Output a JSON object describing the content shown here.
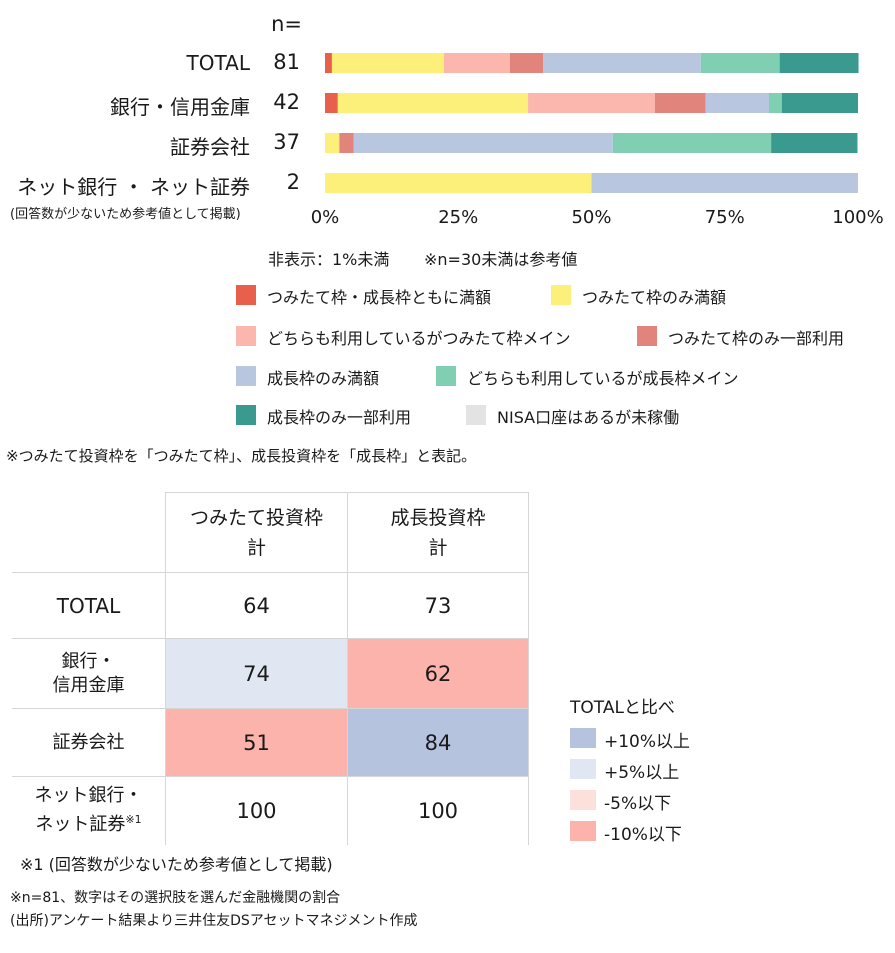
{
  "chart_data": {
    "type": "stacked-bar-horizontal",
    "n_header": "n=",
    "rows": [
      {
        "label": "TOTAL",
        "n": "81"
      },
      {
        "label": "銀行・信用金庫",
        "n": "42"
      },
      {
        "label": "証券会社",
        "n": "37"
      },
      {
        "label": "ネット銀行 ・ ネット証券",
        "n": "2",
        "sublabel": "(回答数が少ないため参考値として掲載)"
      }
    ],
    "series": [
      {
        "name": "つみたて枠・成長枠ともに満額",
        "color": "#e8604c",
        "values": [
          1.3,
          2.4,
          0,
          0
        ]
      },
      {
        "name": "つみたて枠のみ満額",
        "color": "#fdf07a",
        "values": [
          21.0,
          35.7,
          2.7,
          50.0
        ]
      },
      {
        "name": "どちらも利用しているがつみたて枠メイン",
        "color": "#fbb6ae",
        "values": [
          12.4,
          23.8,
          0,
          0
        ]
      },
      {
        "name": "つみたて枠のみ一部利用",
        "color": "#e0847c",
        "values": [
          6.2,
          9.5,
          2.7,
          0
        ]
      },
      {
        "name": "成長枠のみ満額",
        "color": "#b8c6e0",
        "values": [
          29.6,
          11.9,
          48.6,
          50.0
        ]
      },
      {
        "name": "どちらも利用しているが成長枠メイン",
        "color": "#80cfb3",
        "values": [
          14.8,
          2.4,
          29.7,
          0
        ]
      },
      {
        "name": "成長枠のみ一部利用",
        "color": "#3a9a8f",
        "values": [
          14.8,
          14.3,
          16.2,
          0
        ]
      },
      {
        "name": "NISA口座はあるが未稼働",
        "color": "#e3e3e3",
        "values": [
          0,
          0,
          0,
          0
        ]
      }
    ],
    "x_ticks": [
      "0%",
      "25%",
      "50%",
      "75%",
      "100%"
    ],
    "xlim": [
      0,
      100
    ],
    "notes": [
      "非表示：1%未満",
      "※n=30未満は参考値"
    ],
    "footnote": "※つみたて投資枠を「つみたて枠」、成長投資枠を「成長枠」と表記。"
  },
  "summary_table": {
    "headers": [
      "つみたて投資枠\n計",
      "成長投資枠\n計"
    ],
    "rows": [
      {
        "label": "TOTAL",
        "values": [
          "64",
          "73"
        ],
        "shades": [
          "none",
          "none"
        ]
      },
      {
        "label": "銀行・\n信用金庫",
        "values": [
          "74",
          "62"
        ],
        "shades": [
          "up5",
          "down10"
        ]
      },
      {
        "label": "証券会社",
        "values": [
          "51",
          "84"
        ],
        "shades": [
          "down10",
          "up10"
        ]
      },
      {
        "label": "ネット銀行・\nネット証券",
        "label_sup": "※1",
        "values": [
          "100",
          "100"
        ],
        "shades": [
          "none",
          "none"
        ]
      }
    ],
    "shade_colors": {
      "up10": "#b6c3df",
      "up5": "#e0e6f2",
      "down5": "#fde0dc",
      "down10": "#fbb3ab",
      "none": "#ffffff"
    },
    "legend_title": "TOTALと比べ",
    "legend": [
      {
        "key": "up10",
        "label": "+10%以上"
      },
      {
        "key": "up5",
        "label": "+5%以上"
      },
      {
        "key": "down5",
        "label": "-5%以下"
      },
      {
        "key": "down10",
        "label": "-10%以下"
      }
    ],
    "notes": [
      "※1 (回答数が少ないため参考値として掲載)",
      "※n=81、数字はその選択肢を選んだ金融機関の割合",
      "(出所)アンケート結果より三井住友DSアセットマネジメント作成"
    ]
  }
}
